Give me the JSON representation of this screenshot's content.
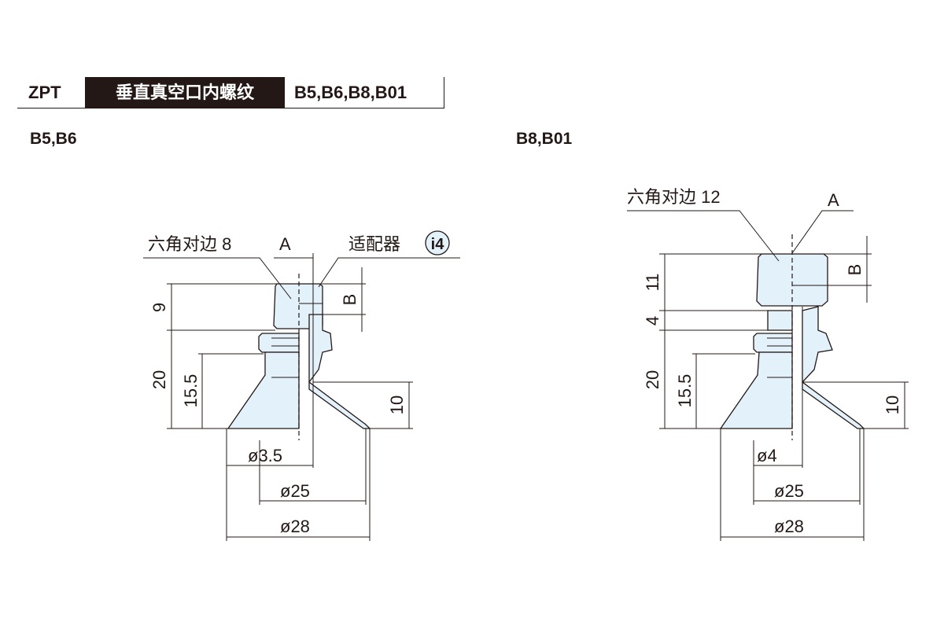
{
  "header": {
    "code": "ZPT",
    "title": "垂直真空口内螺纹",
    "models": "B5,B6,B8,B01"
  },
  "colors": {
    "part_fill": "#e3f1fa",
    "ink": "#231815"
  },
  "left_drawing": {
    "section_label": "B5,B6",
    "hex_label": "六角对边 8",
    "adapter_label": "适配器",
    "adapter_badge": "i4",
    "port_A": "A",
    "port_B": "B",
    "dims": {
      "h_hex": "9",
      "h_total": "20",
      "h_mid": "15.5",
      "h_cup": "10",
      "d_hole": "ø3.5",
      "d_inner": "ø25",
      "d_outer": "ø28"
    }
  },
  "right_drawing": {
    "section_label": "B8,B01",
    "hex_label": "六角对边 12",
    "port_A": "A",
    "port_B": "B",
    "dims": {
      "h_hex": "11",
      "h_neck": "4",
      "h_total": "20",
      "h_mid": "15.5",
      "h_cup": "10",
      "d_hole": "ø4",
      "d_inner": "ø25",
      "d_outer": "ø28"
    }
  }
}
